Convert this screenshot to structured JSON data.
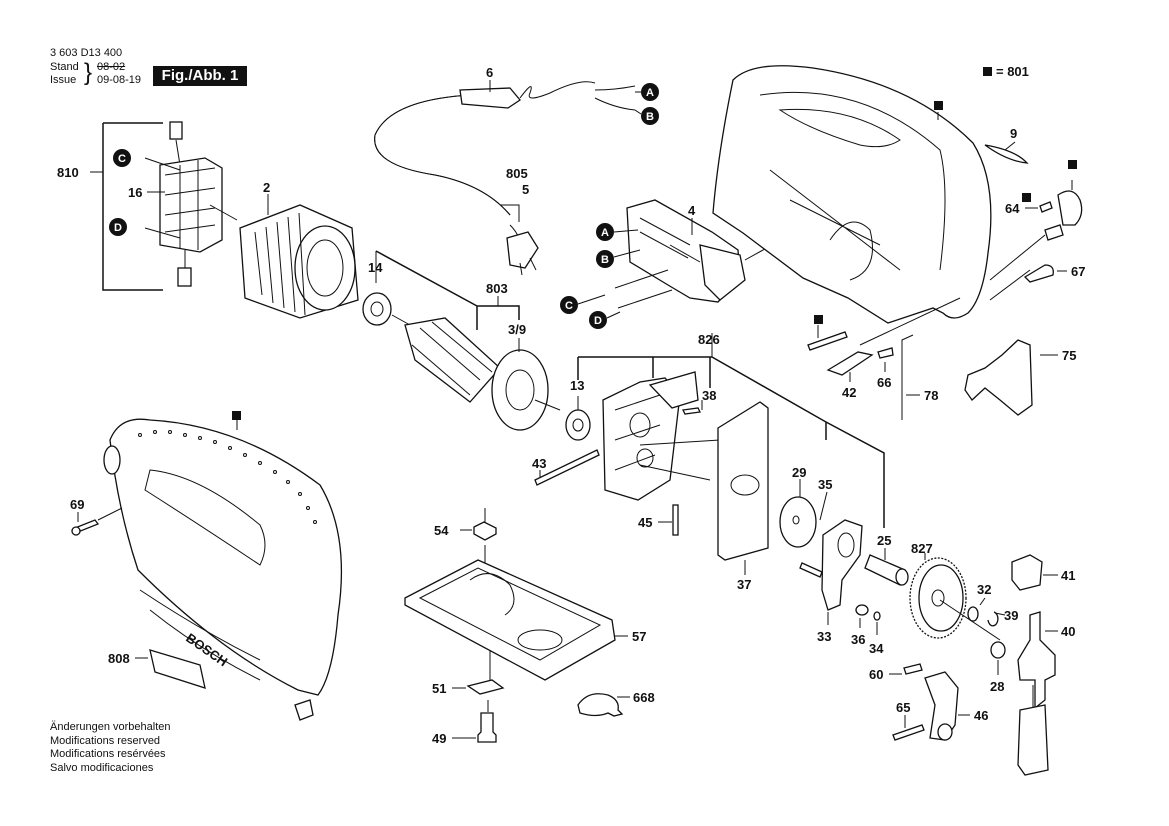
{
  "header": {
    "part_number": "3 603 D13 400",
    "stand_label": "Stand",
    "issue_label": "Issue",
    "stand_date_struck": "08-02",
    "issue_date": "09-08-19",
    "figure_label": "Fig./Abb. 1"
  },
  "legend": {
    "marker_icon": "black-square-icon",
    "text": "= 801"
  },
  "footer_notes": [
    "Änderungen vorbehalten",
    "Modifications reserved",
    "Modifications resérvées",
    "Salvo modificaciones"
  ],
  "connectors": [
    "A",
    "B",
    "C",
    "D"
  ],
  "part_labels": {
    "p810": "810",
    "p16": "16",
    "p2": "2",
    "p14": "14",
    "p803": "803",
    "p3_9": "3/9",
    "p6": "6",
    "p805": "805",
    "p5": "5",
    "p4": "4",
    "p826": "826",
    "p13": "13",
    "p38": "38",
    "p43": "43",
    "p45": "45",
    "p29": "29",
    "p35": "35",
    "p25": "25",
    "p37": "37",
    "p827": "827",
    "p33": "33",
    "p36": "36",
    "p34": "34",
    "p32": "32",
    "p39": "39",
    "p28": "28",
    "p41": "41",
    "p40": "40",
    "p60": "60",
    "p65": "65",
    "p46": "46",
    "p54": "54",
    "p57": "57",
    "p51": "51",
    "p49": "49",
    "p668": "668",
    "p69": "69",
    "p808": "808",
    "p9": "9",
    "p64": "64",
    "p67": "67",
    "p42": "42",
    "p66": "66",
    "p78": "78",
    "p75": "75"
  },
  "brand_mark": "BOSCH"
}
